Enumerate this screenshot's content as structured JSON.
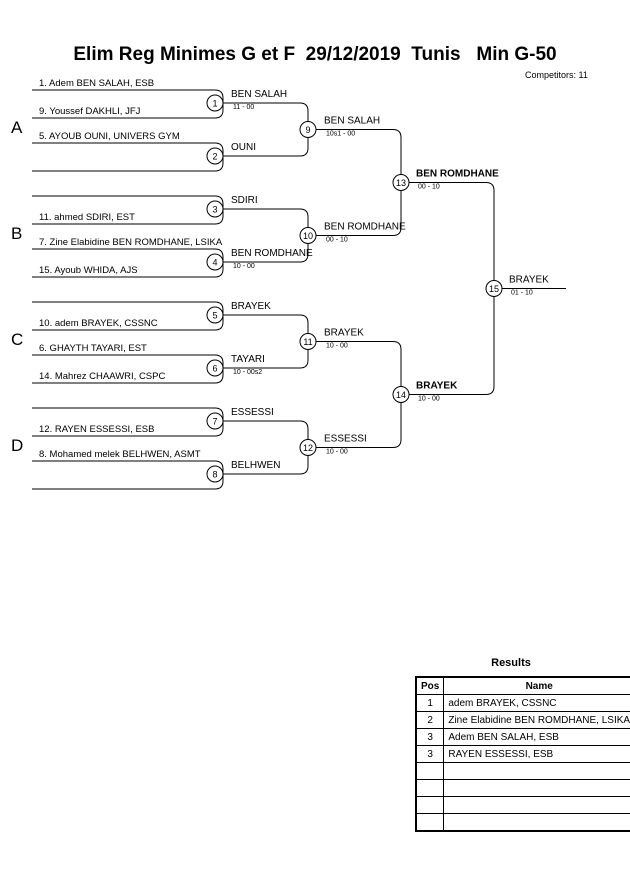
{
  "header": {
    "title": "Elim Reg Minimes G et F  29/12/2019  Tunis   Min G-50",
    "competitors": "Competitors: 11"
  },
  "pools": [
    "A",
    "B",
    "C",
    "D"
  ],
  "entrants": [
    "1. Adem BEN SALAH, ESB",
    "9. Youssef DAKHLI, JFJ",
    "5. AYOUB OUNI, UNIVERS GYM",
    "",
    "",
    "11. ahmed SDIRI, EST",
    "7. Zine Elabidine BEN ROMDHANE, LSIKA",
    "15. Ayoub WHIDA, AJS",
    "",
    "10. adem BRAYEK, CSSNC",
    "6. GHAYTH TAYARI, EST",
    "14. Mahrez CHAAWRI, CSPC",
    "",
    "12. RAYEN ESSESSI, ESB",
    "8. Mohamed melek BELHWEN, ASMT",
    ""
  ],
  "matches": [
    {
      "no": "1",
      "winner": "BEN SALAH",
      "score": "11 - 00"
    },
    {
      "no": "2",
      "winner": "OUNI",
      "score": ""
    },
    {
      "no": "3",
      "winner": "SDIRI",
      "score": ""
    },
    {
      "no": "4",
      "winner": "BEN ROMDHANE",
      "score": "10 - 00"
    },
    {
      "no": "5",
      "winner": "BRAYEK",
      "score": ""
    },
    {
      "no": "6",
      "winner": "TAYARI",
      "score": "10 - 00s2"
    },
    {
      "no": "7",
      "winner": "ESSESSI",
      "score": ""
    },
    {
      "no": "8",
      "winner": "BELHWEN",
      "score": ""
    },
    {
      "no": "9",
      "winner": "BEN SALAH",
      "score": "10s1 - 00"
    },
    {
      "no": "10",
      "winner": "BEN ROMDHANE",
      "score": "00 - 10"
    },
    {
      "no": "11",
      "winner": "BRAYEK",
      "score": "10 - 00"
    },
    {
      "no": "12",
      "winner": "ESSESSI",
      "score": "10 - 00"
    },
    {
      "no": "13",
      "winner": "BEN ROMDHANE",
      "score": "00 - 10"
    },
    {
      "no": "14",
      "winner": "BRAYEK",
      "score": "10 - 00"
    },
    {
      "no": "15",
      "winner": "BRAYEK",
      "score": "01 - 10"
    }
  ],
  "results": {
    "title": "Results",
    "headers": [
      "Pos",
      "Name"
    ],
    "rows": [
      {
        "pos": "1",
        "name": "adem BRAYEK, CSSNC"
      },
      {
        "pos": "2",
        "name": "Zine Elabidine BEN ROMDHANE, LSIKA"
      },
      {
        "pos": "3",
        "name": "Adem BEN SALAH, ESB"
      },
      {
        "pos": "3",
        "name": "RAYEN ESSESSI, ESB"
      },
      {
        "pos": "",
        "name": ""
      },
      {
        "pos": "",
        "name": ""
      },
      {
        "pos": "",
        "name": ""
      },
      {
        "pos": "",
        "name": ""
      }
    ]
  }
}
